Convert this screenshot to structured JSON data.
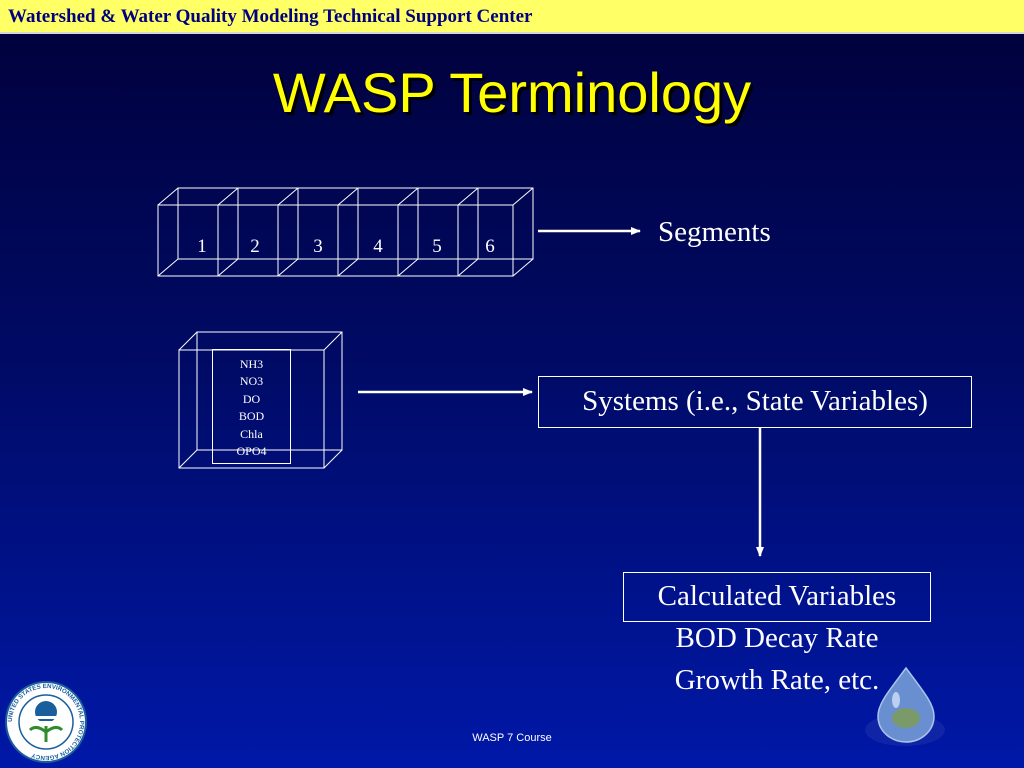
{
  "header": {
    "banner_text": "Watershed & Water Quality Modeling Technical Support Center"
  },
  "slide": {
    "title": "WASP Terminology",
    "segments": {
      "numbers": [
        "1",
        "2",
        "3",
        "4",
        "5",
        "6"
      ],
      "label": "Segments"
    },
    "variables": [
      "NH3",
      "NO3",
      "DO",
      "BOD",
      "Chla",
      "OPO4"
    ],
    "systems_label": "Systems (i.e., State Variables)",
    "calculated": {
      "heading": "Calculated Variables",
      "lines": [
        "BOD Decay Rate",
        "Growth Rate, etc."
      ]
    }
  },
  "footer": {
    "course_text": "WASP 7 Course"
  },
  "logos": {
    "epa_ring_text": "UNITED STATES ENVIRONMENTAL PROTECTION AGENCY"
  },
  "colors": {
    "banner_bg": "#ffff66",
    "banner_text": "#000080",
    "title": "#ffff00",
    "text": "#ffffff"
  }
}
